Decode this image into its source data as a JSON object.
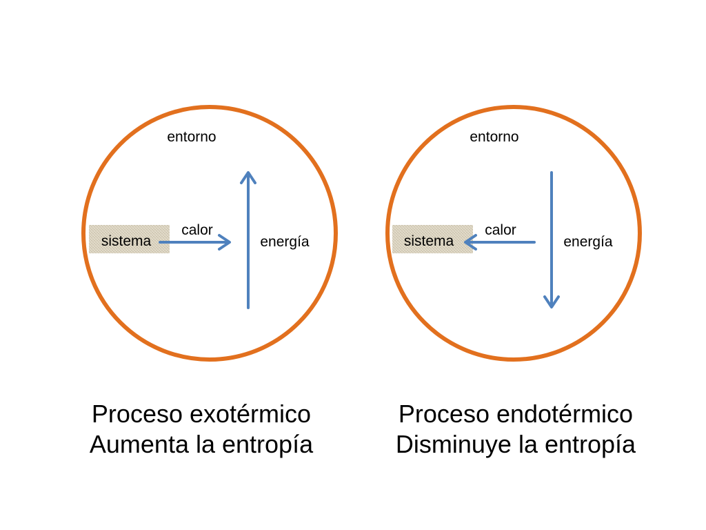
{
  "colors": {
    "circle_stroke": "#e2701e",
    "arrow": "#4f81bd",
    "system_fill": "#ddd6c4",
    "text": "#000000"
  },
  "panels": [
    {
      "process": "exothermic",
      "surroundings_label": "entorno",
      "system_label": "sistema",
      "heat_label": "calor",
      "energy_label": "energía",
      "heat_arrow_direction": "out-of-system",
      "energy_arrow_direction": "up",
      "caption_line1": "Proceso exotérmico",
      "caption_line2": "Aumenta la entropía"
    },
    {
      "process": "endothermic",
      "surroundings_label": "entorno",
      "system_label": "sistema",
      "heat_label": "calor",
      "energy_label": "energía",
      "heat_arrow_direction": "into-system",
      "energy_arrow_direction": "down",
      "caption_line1": "Proceso endotérmico",
      "caption_line2": "Disminuye la entropía"
    }
  ]
}
